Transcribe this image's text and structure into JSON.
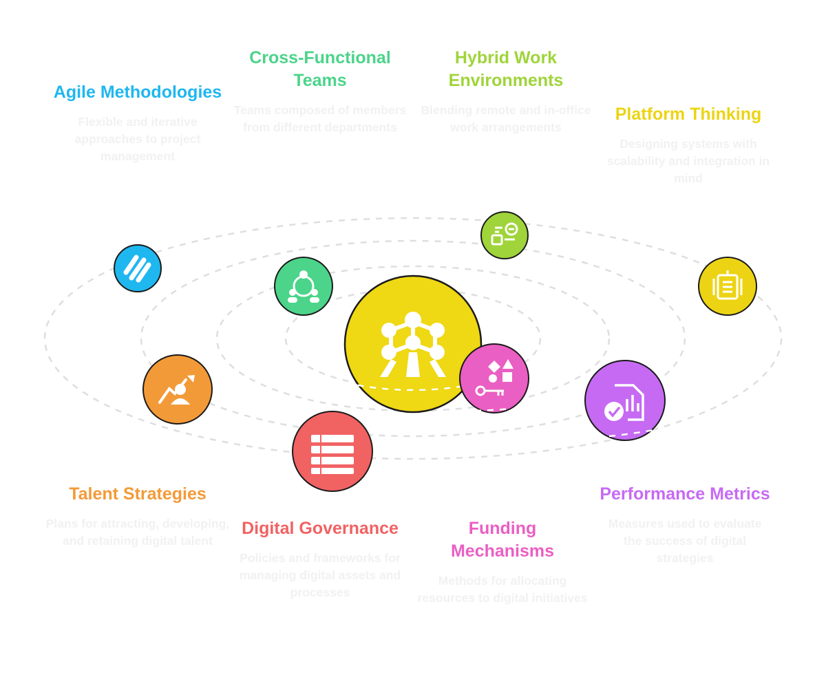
{
  "center": {
    "name": "central-hub",
    "color": "#efd814",
    "icon": "atomium-icon"
  },
  "items": [
    {
      "key": "agile",
      "title": "Agile Methodologies",
      "description": "Flexible and iterative approaches to project management",
      "color": "#1fb7ef",
      "icon": "agile-stripes-icon"
    },
    {
      "key": "cross",
      "title": "Cross-Functional Teams",
      "description": "Teams composed of members from different departments",
      "color": "#4bd48a",
      "icon": "team-cycle-icon"
    },
    {
      "key": "hybrid",
      "title": "Hybrid Work Environments",
      "description": "Blending remote and in-office work arrangements",
      "color": "#9fd43a",
      "icon": "hybrid-work-icon"
    },
    {
      "key": "platform",
      "title": "Platform Thinking",
      "description": "Designing systems with scalability and integration in mind",
      "color": "#ecd414",
      "icon": "platform-icon"
    },
    {
      "key": "talent",
      "title": "Talent Strategies",
      "description": "Plans for attracting, developing, and retaining digital talent",
      "color": "#f39a38",
      "icon": "talent-growth-icon"
    },
    {
      "key": "governance",
      "title": "Digital Governance",
      "description": "Policies and frameworks for managing digital assets and processes",
      "color": "#f16263",
      "icon": "stacked-books-icon"
    },
    {
      "key": "funding",
      "title": "Funding Mechanisms",
      "description": "Methods for allocating resources to digital initiatives",
      "color": "#ea5fc3",
      "icon": "shapes-key-icon"
    },
    {
      "key": "performance",
      "title": "Performance Metrics",
      "description": "Measures used to evaluate the success of digital strategies",
      "color": "#c66af3",
      "icon": "metrics-check-icon"
    }
  ]
}
